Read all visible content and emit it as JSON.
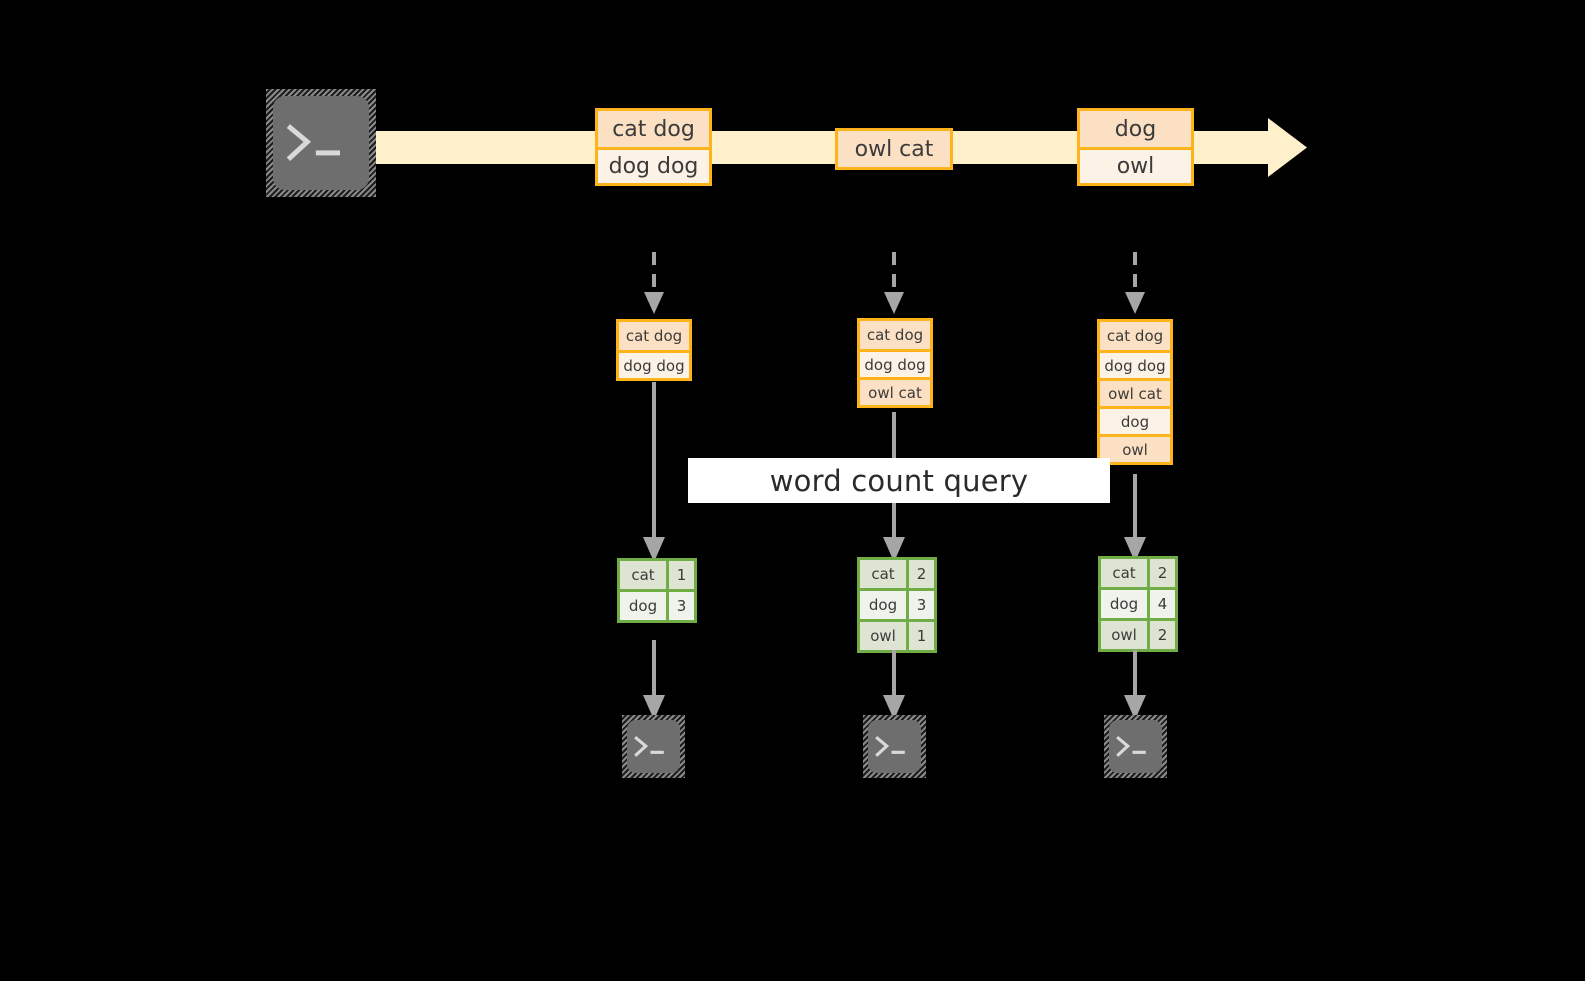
{
  "diagram": {
    "stream": {
      "source_icon": "terminal-icon",
      "arrow_color": "#FDF0CB",
      "record_border_color": "#FFB31A",
      "records": [
        {
          "lines": [
            "cat dog",
            "dog dog"
          ]
        },
        {
          "lines": [
            "owl cat"
          ]
        },
        {
          "lines": [
            "dog",
            "owl"
          ]
        }
      ]
    },
    "query_label": "word count query",
    "columns": [
      {
        "input_icon": "terminal-icon",
        "input_records": [
          "cat dog",
          "dog dog"
        ],
        "results": [
          {
            "word": "cat",
            "count": "1"
          },
          {
            "word": "dog",
            "count": "3"
          }
        ],
        "sink_icon": "terminal-icon"
      },
      {
        "input_icon": "terminal-icon",
        "input_records": [
          "cat dog",
          "dog dog",
          "owl cat"
        ],
        "results": [
          {
            "word": "cat",
            "count": "2"
          },
          {
            "word": "dog",
            "count": "3"
          },
          {
            "word": "owl",
            "count": "1"
          }
        ],
        "sink_icon": "terminal-icon"
      },
      {
        "input_icon": "terminal-icon",
        "input_records": [
          "cat dog",
          "dog dog",
          "owl cat",
          "dog",
          "owl"
        ],
        "results": [
          {
            "word": "cat",
            "count": "2"
          },
          {
            "word": "dog",
            "count": "4"
          },
          {
            "word": "owl",
            "count": "2"
          }
        ],
        "sink_icon": "terminal-icon"
      }
    ],
    "colors": {
      "accent_orange": "#FFB31A",
      "record_fill_dark": "#FCE0C4",
      "record_fill_light": "#FDF2E6",
      "accent_green": "#70AD47",
      "result_fill_dark": "#DDE5D2",
      "result_fill_light": "#F0F3EC",
      "arrow_gray": "#A6A6A6",
      "stream_fill": "#FDF0CB",
      "icon_gray": "#6E6E6E",
      "background": "#000000"
    }
  }
}
